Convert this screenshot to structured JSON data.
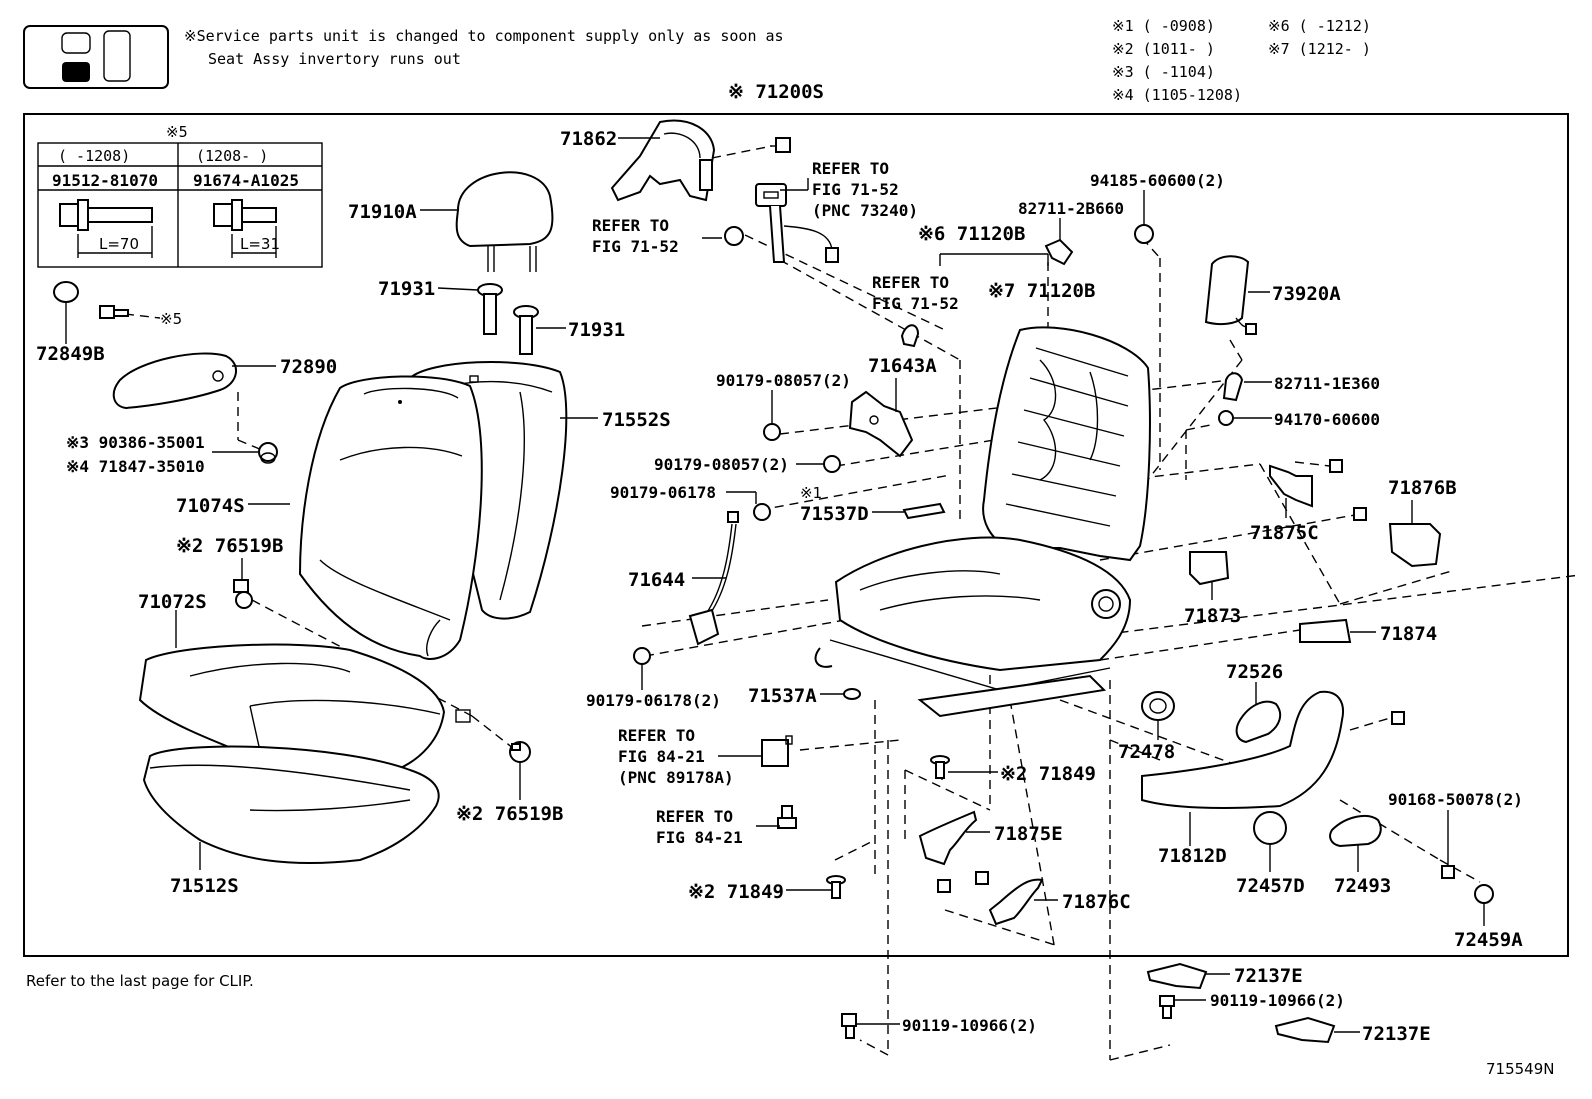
{
  "header": {
    "service_note_line1": "※Service parts unit is changed to component supply only as soon as",
    "service_note_line2": "Seat Assy invertory runs out",
    "assembly_label": "※ 71200S"
  },
  "date_notes": [
    "※1 (       -0908)",
    "※2 (1011-       )",
    "※3 (       -1104)",
    "※4 (1105-1208)",
    "※6 (       -1212)",
    "※7 (1212-       )"
  ],
  "bolt_table": {
    "title": "※5",
    "col1_range": "(       -1208)",
    "col2_range": "(1208-       )",
    "col1_part": "91512-81070",
    "col2_part": "91674-A1025",
    "col1_length": "L=70",
    "col2_length": "L=31"
  },
  "labels": {
    "p71862": "71862",
    "refer_7152_a_1": "REFER TO",
    "refer_7152_a_2": "FIG 71-52",
    "refer_7152_a_3": "(PNC 73240)",
    "refer_7152_b_1": "REFER TO",
    "refer_7152_b_2": "FIG 71-52",
    "p71910a": "71910A",
    "p71931_a": "71931",
    "p71931_b": "71931",
    "p72849b": "72849B",
    "star5": "※5",
    "p72890": "72890",
    "p90386": "※3 90386-35001",
    "p71847": "※4 71847-35010",
    "p71552s": "71552S",
    "p71074s": "71074S",
    "p76519b_a": "※2 76519B",
    "p71072s": "71072S",
    "p76519b_b": "※2 76519B",
    "p71512s": "71512S",
    "p71120b_a": "※6 71120B",
    "p71120b_b": "※7 71120B",
    "refer_7152_c_1": "REFER TO",
    "refer_7152_c_2": "FIG 71-52",
    "p82711_2b660": "82711-2B660",
    "p94185": "94185-60600(2)",
    "p73920a": "73920A",
    "p82711_1e360": "82711-1E360",
    "p94170": "94170-60600",
    "p90179_08057_a": "90179-08057(2)",
    "p71643a": "71643A",
    "p90179_08057_b": "90179-08057(2)",
    "p90179_06178": "90179-06178",
    "star1": "※1",
    "p71537d": "71537D",
    "p71644": "71644",
    "p90179_06178_2": "90179-06178(2)",
    "p71537a": "71537A",
    "refer_8421_a_1": "REFER TO",
    "refer_8421_a_2": "FIG 84-21",
    "refer_8421_a_3": "(PNC 89178A)",
    "refer_8421_b_1": "REFER TO",
    "refer_8421_b_2": "FIG 84-21",
    "p71849_a": "※2 71849",
    "p71849_b": "※2 71849",
    "p71875e": "71875E",
    "p71876c": "71876C",
    "p71875c": "71875C",
    "p71876b": "71876B",
    "p71873": "71873",
    "p71874": "71874",
    "p72526": "72526",
    "p72478": "72478",
    "p90168": "90168-50078(2)",
    "p71812d": "71812D",
    "p72457d": "72457D",
    "p72493": "72493",
    "p72459a": "72459A",
    "p72137e_a": "72137E",
    "p90119_a": "90119-10966(2)",
    "p72137e_b": "72137E",
    "p90119_b": "90119-10966(2)"
  },
  "footer": {
    "clip_note": "Refer to the last page for CLIP.",
    "figure_id": "715549N"
  }
}
